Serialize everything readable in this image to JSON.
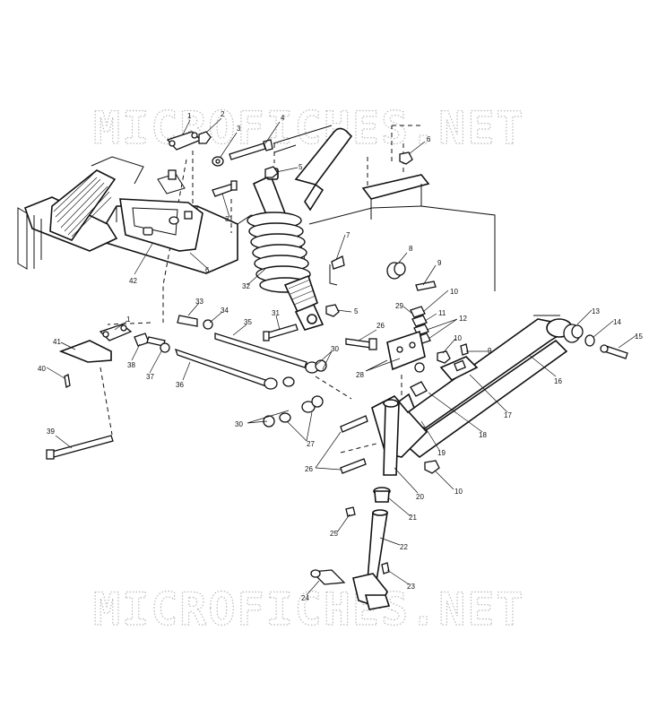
{
  "watermark": {
    "text": "MICROFICHES.NET",
    "color": "#b9b9b9"
  },
  "callouts": [
    {
      "id": "c1a",
      "label": "1"
    },
    {
      "id": "c2",
      "label": "2"
    },
    {
      "id": "c3",
      "label": "3"
    },
    {
      "id": "c4",
      "label": "4"
    },
    {
      "id": "c5a",
      "label": "5"
    },
    {
      "id": "c6a",
      "label": "6"
    },
    {
      "id": "c31a",
      "label": "31"
    },
    {
      "id": "c6b",
      "label": "6"
    },
    {
      "id": "c42",
      "label": "42"
    },
    {
      "id": "c7",
      "label": "7"
    },
    {
      "id": "c8",
      "label": "8"
    },
    {
      "id": "c9a",
      "label": "9"
    },
    {
      "id": "c32",
      "label": "32"
    },
    {
      "id": "c10a",
      "label": "10"
    },
    {
      "id": "c29",
      "label": "29"
    },
    {
      "id": "c11",
      "label": "11"
    },
    {
      "id": "c12",
      "label": "12"
    },
    {
      "id": "c33",
      "label": "33"
    },
    {
      "id": "c34",
      "label": "34"
    },
    {
      "id": "c31b",
      "label": "31"
    },
    {
      "id": "c5b",
      "label": "5"
    },
    {
      "id": "c35",
      "label": "35"
    },
    {
      "id": "c26a",
      "label": "26"
    },
    {
      "id": "c1b",
      "label": "1"
    },
    {
      "id": "c41",
      "label": "41"
    },
    {
      "id": "c38",
      "label": "38"
    },
    {
      "id": "c37",
      "label": "37"
    },
    {
      "id": "c40",
      "label": "40"
    },
    {
      "id": "c36",
      "label": "36"
    },
    {
      "id": "c30a",
      "label": "30"
    },
    {
      "id": "c28",
      "label": "28"
    },
    {
      "id": "c10b",
      "label": "10"
    },
    {
      "id": "c9b",
      "label": "9"
    },
    {
      "id": "c13",
      "label": "13"
    },
    {
      "id": "c14",
      "label": "14"
    },
    {
      "id": "c15",
      "label": "15"
    },
    {
      "id": "c16",
      "label": "16"
    },
    {
      "id": "c17",
      "label": "17"
    },
    {
      "id": "c18",
      "label": "18"
    },
    {
      "id": "c30b",
      "label": "30"
    },
    {
      "id": "c27",
      "label": "27"
    },
    {
      "id": "c19",
      "label": "19"
    },
    {
      "id": "c39",
      "label": "39"
    },
    {
      "id": "c26b",
      "label": "26"
    },
    {
      "id": "c20",
      "label": "20"
    },
    {
      "id": "c10c",
      "label": "10"
    },
    {
      "id": "c21",
      "label": "21"
    },
    {
      "id": "c25",
      "label": "25"
    },
    {
      "id": "c22",
      "label": "22"
    },
    {
      "id": "c23",
      "label": "23"
    },
    {
      "id": "c24",
      "label": "24"
    }
  ]
}
